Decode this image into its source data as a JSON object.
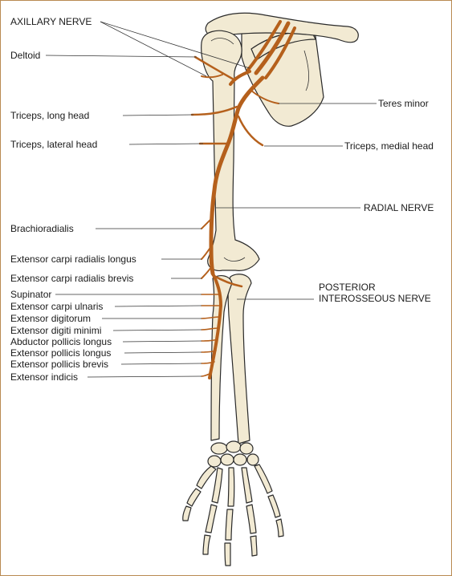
{
  "colors": {
    "nerve": "#b5601c",
    "bone": "#f2ead3",
    "outline": "#2a2a2a",
    "border": "#b98a52"
  },
  "labels": {
    "axillary_nerve": "AXILLARY NERVE",
    "deltoid": "Deltoid",
    "teres_minor": "Teres minor",
    "triceps_long_head": "Triceps, long head",
    "triceps_lateral_head": "Triceps, lateral head",
    "triceps_medial_head": "Triceps, medial head",
    "radial_nerve": "RADIAL NERVE",
    "brachioradialis": "Brachioradialis",
    "ecr_longus": "Extensor carpi radialis longus",
    "ecr_brevis": "Extensor carpi radialis brevis",
    "posterior_interosseous_line1": "POSTERIOR",
    "posterior_interosseous_line2": "INTEROSSEOUS NERVE",
    "supinator": "Supinator",
    "ec_ulnaris": "Extensor carpi ulnaris",
    "ext_digitorum": "Extensor digitorum",
    "ext_digiti_minimi": "Extensor digiti minimi",
    "abd_pollicis_longus": "Abductor pollicis longus",
    "ext_pollicis_longus": "Extensor pollicis longus",
    "ext_pollicis_brevis": "Extensor pollicis brevis",
    "ext_indicis": "Extensor indicis"
  }
}
